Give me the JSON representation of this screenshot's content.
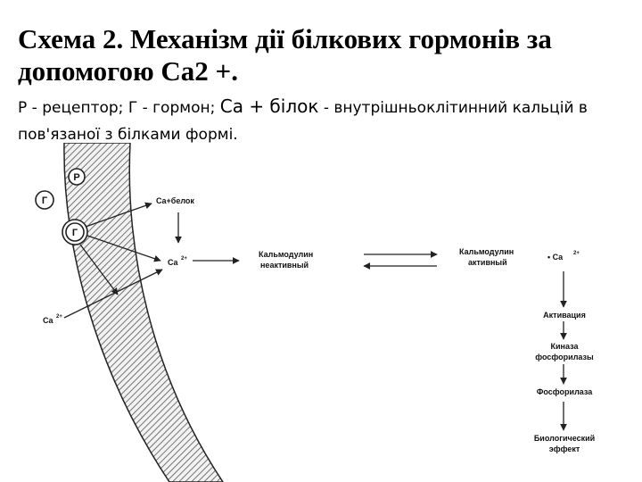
{
  "title": "Схема 2. Механізм дії білкових гормонів за допомогою Са2 +.",
  "caption": {
    "part1": "Р - рецептор; Г - гормон; ",
    "part2": "Са + білок",
    "part3": " - внутрішньоклітинний кальцій в пов'язаної з білками формі."
  },
  "diagram": {
    "receptor": "Р",
    "hormone_outside": "Г",
    "hormone_bound": "Г",
    "ca_protein": "Ca+белок",
    "ca_inner": "Ca",
    "ca_inner_sup": "2+",
    "ca_outside": "Ca",
    "ca_outside_sup": "2+",
    "calmodulin_inactive_1": "Кальмодулин",
    "calmodulin_inactive_2": "неактивный",
    "calmodulin_active_1": "Кальмодулин",
    "calmodulin_active_2": "активный",
    "calmodulin_active_ca": "• Ca",
    "calmodulin_active_ca_sup": "2+",
    "steps": [
      "Активация",
      "Киназа",
      "фосфорилазы",
      "Фосфорилаза",
      "Биологический",
      "эффект"
    ]
  }
}
